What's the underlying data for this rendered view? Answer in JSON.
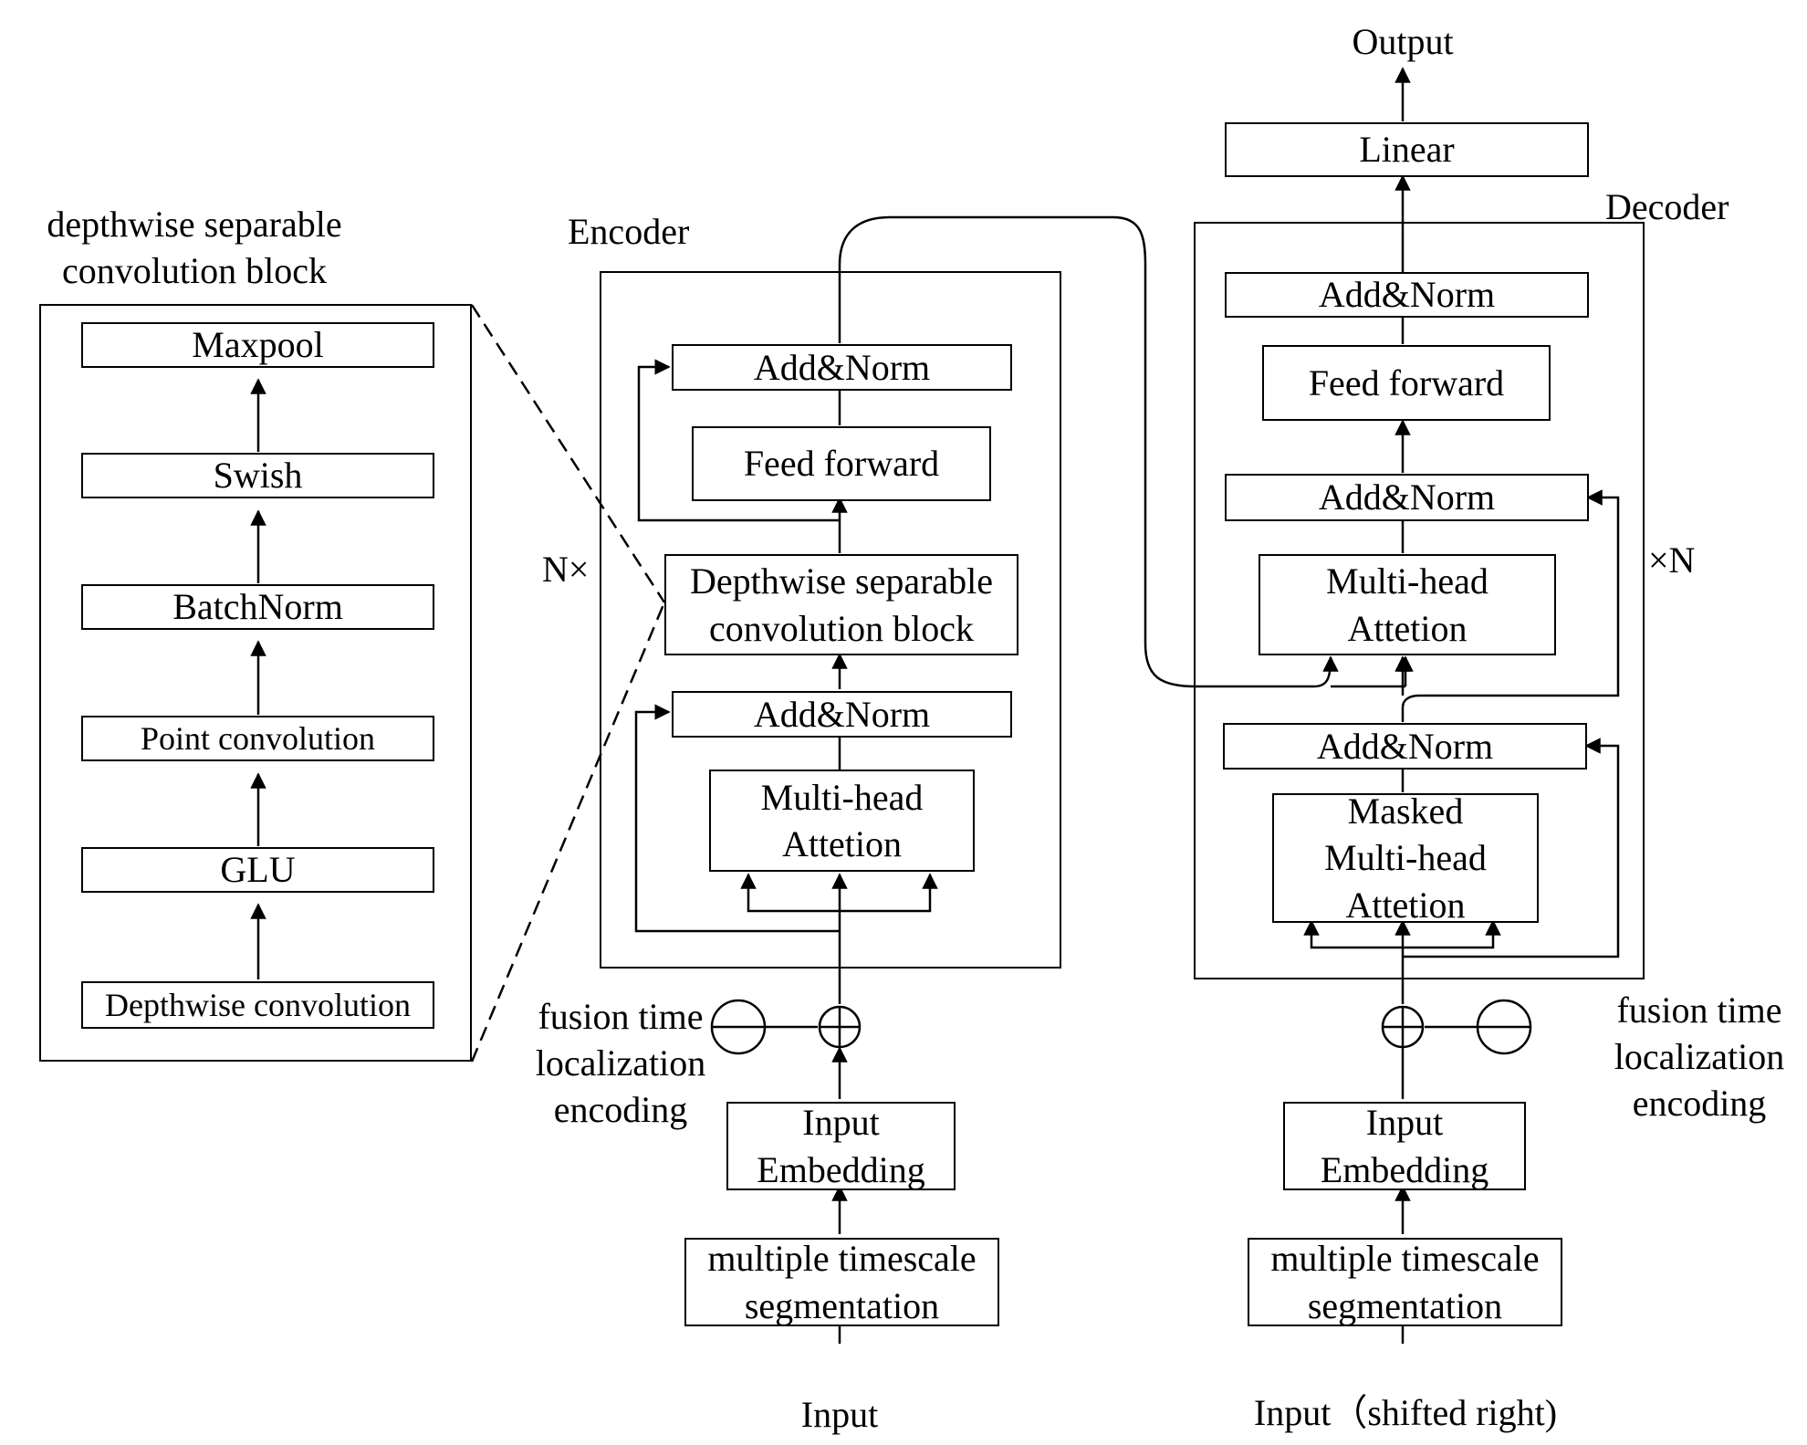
{
  "detail": {
    "title": "depthwise separable\nconvolution block",
    "layers": [
      "Maxpool",
      "Swish",
      "BatchNorm",
      "Point convolution",
      "GLU",
      "Depthwise convolution"
    ]
  },
  "encoder": {
    "title": "Encoder",
    "repeat": "N×",
    "add_norm_top": "Add&Norm",
    "feed_forward": "Feed forward",
    "conv_block": "Depthwise separable\nconvolution block",
    "add_norm_bottom": "Add&Norm",
    "attention": "Multi-head\nAttetion",
    "fusion_label": "fusion time\nlocalization\nencoding",
    "embedding": "Input\nEmbedding",
    "segmentation": "multiple timescale\nsegmentation",
    "input": "Input"
  },
  "decoder": {
    "title": "Decoder",
    "repeat": "×N",
    "output": "Output",
    "linear": "Linear",
    "add_norm_top": "Add&Norm",
    "feed_forward": "Feed forward",
    "add_norm_mid": "Add&Norm",
    "attention": "Multi-head\nAttetion",
    "add_norm_bottom": "Add&Norm",
    "masked_attention": "Masked\nMulti-head\nAttetion",
    "fusion_label": "fusion time\nlocalization\nencoding",
    "embedding": "Input\nEmbedding",
    "segmentation": "multiple timescale\nsegmentation",
    "input": "Input（shifted right)"
  }
}
